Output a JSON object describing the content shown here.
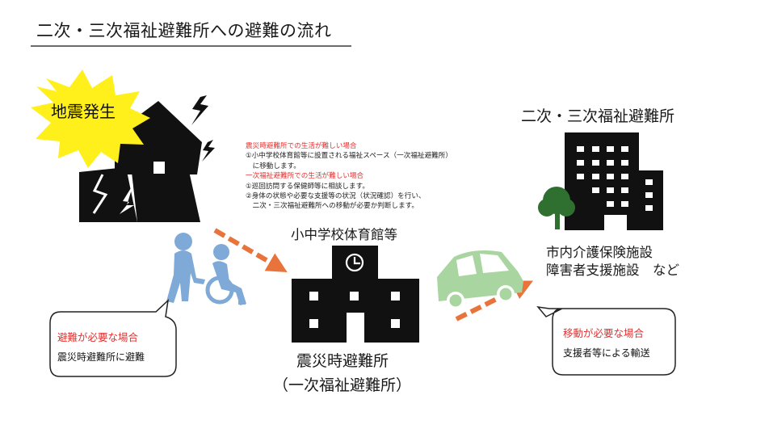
{
  "title": "二次・三次福祉避難所への避難の流れ",
  "earthquake": {
    "burst_label": "地震発生"
  },
  "notes": {
    "heading1": "震災時避難所での生活が難しい場合",
    "line1": "①小中学校体育館等に設置される福祉スペース（一次福祉避難所）",
    "line2": "　に移動します。",
    "heading2": "一次福祉避難所での生活が難しい場合",
    "line3": "①巡回訪問する保健師等に相談します。",
    "line4": "②身体の状態や必要な支援等の状況（状況確認）を行い、",
    "line5": "　二次・三次福祉避難所への移動が必要か判断します。"
  },
  "school": {
    "top_label": "小中学校体育館等",
    "bottom_line1": "震災時避難所",
    "bottom_line2": "（一次福祉避難所）"
  },
  "secondary": {
    "heading": "二次・三次福祉避難所",
    "line1": "市内介護保険施設",
    "line2": "障害者支援施設　など"
  },
  "bubble_left": {
    "title": "避難が必要な場合",
    "text": "震災時避難所に避難"
  },
  "bubble_right": {
    "title": "移動が必要な場合",
    "text": "支援者等による輸送"
  },
  "colors": {
    "burst_fill": "#ffef1a",
    "arrow": "#e8743b",
    "wheelchair": "#7fa9d6",
    "car": "#a8d5a0",
    "tree": "#2f6f2f",
    "accent_red": "#e3312f"
  }
}
